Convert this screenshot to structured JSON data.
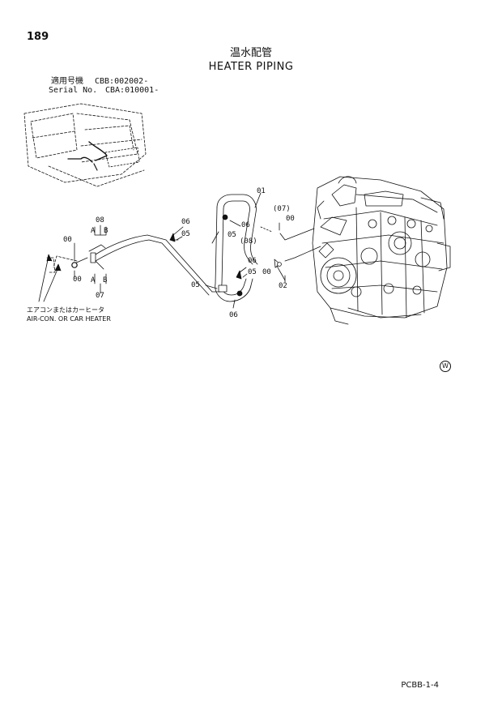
{
  "page": {
    "number": "189",
    "title_jp": "温水配管",
    "title_en": "HEATER PIPING",
    "document_code": "PCBB-1-4"
  },
  "serial": {
    "jp_label": "適用号機",
    "jp_value": "CBB:002002-",
    "en_label": "Serial No.",
    "en_value": "CBA:010001-"
  },
  "callouts": {
    "p01": "01",
    "p02": "02",
    "p05a": "05",
    "p05b": "05",
    "p05c": "05",
    "p05d": "05",
    "p06a": "06",
    "p06b": "06",
    "p06c": "06",
    "p06d": "06",
    "p07": "07",
    "p07b": "(07)",
    "p08": "08",
    "p08b": "(08)",
    "p00a": "00",
    "p00b": "00",
    "p00c": "00",
    "p00d": "00",
    "a_top": "A",
    "b_top": "B",
    "a_bot": "A",
    "b_bot": "B"
  },
  "notes": {
    "heater_jp": "エアコンまたはカーヒータ",
    "heater_en": "AIR-CON. OR CAR HEATER",
    "w_mark": "W"
  }
}
